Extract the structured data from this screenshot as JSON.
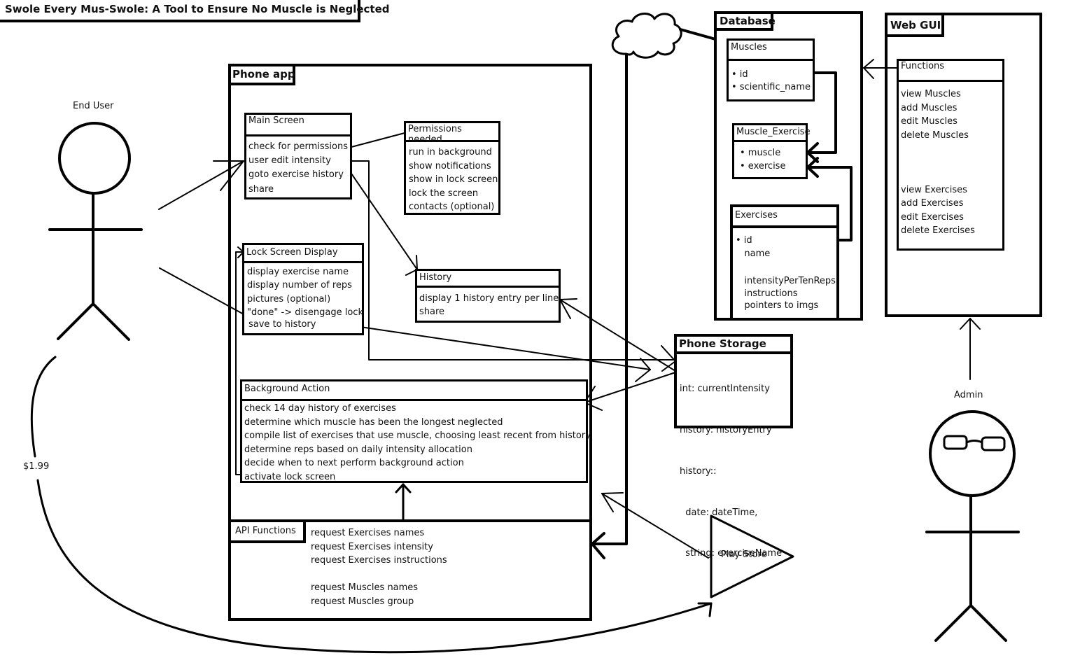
{
  "title": "Swole Every Mus-Swole: A Tool to Ensure No Muscle is Neglected",
  "actors": {
    "end_user": {
      "label": "End User"
    },
    "admin": {
      "label": "Admin"
    }
  },
  "price_label": "$1.99",
  "phone_app": {
    "label": "Phone app",
    "main_screen": {
      "title": "Main Screen",
      "items": [
        "check for permissions",
        "user edit intensity",
        "goto exercise history",
        "share"
      ]
    },
    "permissions": {
      "title": "Permissions needed",
      "items": [
        "run in background",
        "show notifications",
        "show in lock screen",
        "lock the screen",
        "contacts (optional)"
      ]
    },
    "lock_screen": {
      "title": "Lock Screen Display",
      "items": [
        "display exercise name",
        "display number of reps",
        "pictures (optional)",
        "\"done\" -> disengage lock",
        "save to history"
      ]
    },
    "history": {
      "title": "History",
      "items": [
        "display 1 history entry per line",
        "share"
      ]
    },
    "background_action": {
      "title": "Background Action",
      "items": [
        "check 14 day history of exercises",
        "determine which muscle has been the longest neglected",
        "compile list of exercises that use muscle, choosing least recent from history",
        "determine reps based on daily intensity allocation",
        "decide when to next perform background action",
        "activate lock screen"
      ]
    },
    "api_functions": {
      "title": "API Functions",
      "items": [
        "request Exercises names",
        "request Exercises intensity",
        "request Exercises instructions",
        "",
        "request Muscles names",
        "request Muscles group"
      ]
    }
  },
  "phone_storage": {
    "title": "Phone Storage",
    "items": [
      "int: currentIntensity",
      "history: historyEntry",
      "history::",
      "  date: dateTime,",
      "  string: exerciseName"
    ]
  },
  "database": {
    "label": "Database",
    "muscles": {
      "title": "Muscles",
      "items": [
        "• id",
        "• scientific_name"
      ]
    },
    "muscle_exercise": {
      "title": "Muscle_Exercise",
      "items": [
        "• muscle",
        "• exercise"
      ]
    },
    "exercises": {
      "title": "Exercises",
      "items": [
        "• id",
        "   name",
        "",
        "   intensityPerTenReps",
        "   instructions",
        "   pointers to imgs"
      ]
    }
  },
  "web_gui": {
    "label": "Web GUI",
    "functions": {
      "title": "Functions",
      "items": [
        "view Muscles",
        "add Muscles",
        "edit Muscles",
        "delete Muscles",
        "",
        "",
        "",
        "view Exercises",
        "add Exercises",
        "edit Exercises",
        "delete Exercises"
      ]
    }
  },
  "play_store": {
    "label": "Play Store"
  },
  "cloud": {
    "label": ""
  }
}
